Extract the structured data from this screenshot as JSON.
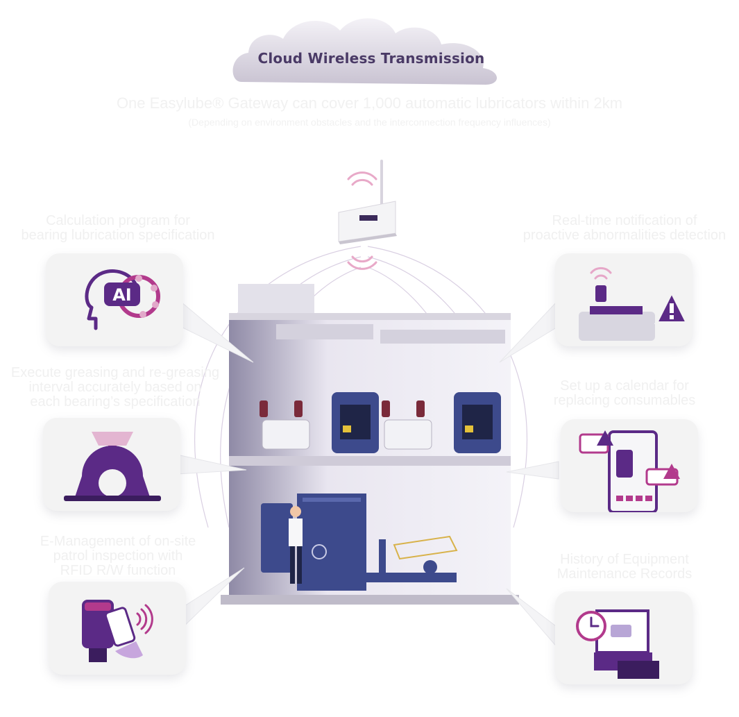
{
  "cloud": {
    "title": "Cloud Wireless Transmission"
  },
  "gateway": {
    "coverage": "One Easylube® Gateway can cover 1,000 automatic lubricators within 2km",
    "note": "(Depending on environment obstacles and the interconnection frequency influences)"
  },
  "features": {
    "left": [
      {
        "label_lines": [
          "Calculation program for",
          "bearing lubrication specification"
        ],
        "icon": "ai-head-bearing-icon"
      },
      {
        "label_lines": [
          "Execute greasing and re-greasing",
          "interval accurately based on",
          "each bearing’s specification"
        ],
        "icon": "pillow-block-bearing-icon"
      },
      {
        "label_lines": [
          "E-Management of on-site",
          "patrol inspection with",
          "RFID R/W function"
        ],
        "icon": "phone-rfid-icon"
      }
    ],
    "right": [
      {
        "label_lines": [
          "Real-time notification of",
          "proactive abnormalities detection"
        ],
        "icon": "motor-warning-icon"
      },
      {
        "label_lines": [
          "Set up a calendar for",
          "replacing consumables"
        ],
        "icon": "tablet-calendar-icon"
      },
      {
        "label_lines": [
          "History of Equipment",
          "Maintenance Records"
        ],
        "icon": "clock-records-icon"
      }
    ]
  },
  "colors": {
    "purple": "#5b2a86",
    "magenta": "#b23a8c",
    "title": "#4a3a66",
    "card": "#f3f3f3"
  }
}
